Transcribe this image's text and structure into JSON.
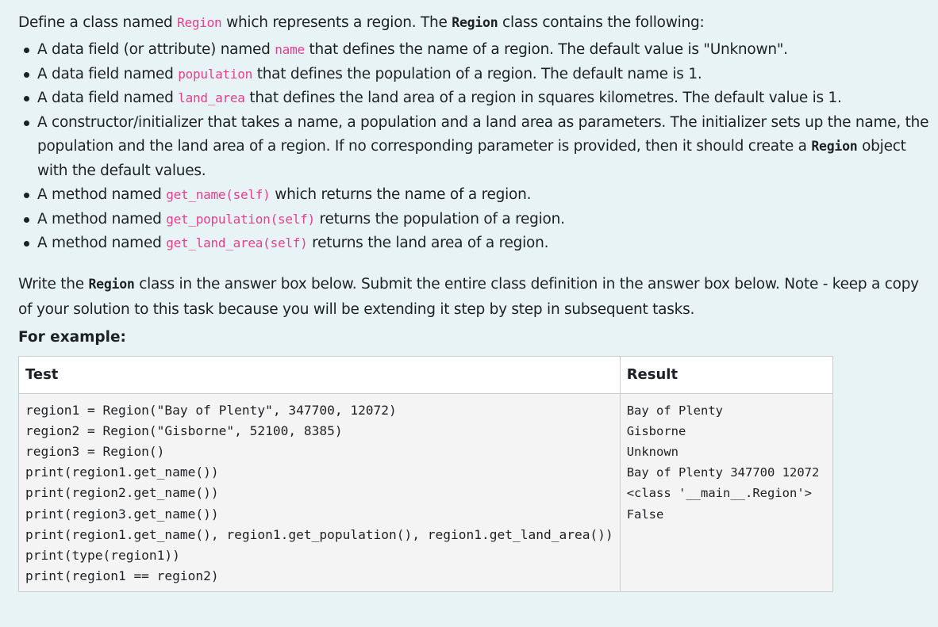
{
  "intro": {
    "t1": "Define a class named ",
    "code1": "Region",
    "t2": " which represents a region. The ",
    "code2": "Region",
    "t3": " class contains the following:"
  },
  "requirements": [
    {
      "pre": "A data field (or attribute) named ",
      "code": "name",
      "post": " that defines the name of a region. The default value is \"Unknown\"."
    },
    {
      "pre": "A data field named ",
      "code": "population",
      "post": " that defines the population of a region. The default name is 1."
    },
    {
      "pre": "A data field named ",
      "code": "land_area",
      "post": " that defines the land area of a region in squares kilometres. The default value is 1."
    },
    {
      "pre": "A constructor/initializer that takes a name, a population and a land area as parameters. The initializer sets up the name, the population and the land area of a region. If no corresponding parameter is provided, then it should create a ",
      "code": "Region",
      "post": " object with the default values."
    },
    {
      "pre": "A method named ",
      "code": "get_name(self)",
      "post": " which returns the name of a region."
    },
    {
      "pre": "A method named ",
      "code": "get_population(self)",
      "post": " returns the population of a region."
    },
    {
      "pre": "A method named ",
      "code": "get_land_area(self)",
      "post": " returns the land area of a region."
    }
  ],
  "instructions": {
    "t1": "Write the ",
    "code": "Region",
    "t2": " class in the answer box below. Submit the entire class definition in the answer box below. Note - keep a copy of your solution to this task because you will be extending it step by step in subsequent tasks."
  },
  "example_title": "For example:",
  "table": {
    "headers": [
      "Test",
      "Result"
    ],
    "test_lines": [
      "region1 = Region(\"Bay of Plenty\", 347700, 12072)",
      "region2 = Region(\"Gisborne\", 52100, 8385)",
      "region3 = Region()",
      "print(region1.get_name())",
      "print(region2.get_name())",
      "print(region3.get_name())",
      "print(region1.get_name(), region1.get_population(), region1.get_land_area())",
      "print(type(region1))",
      "print(region1 == region2)"
    ],
    "result_lines": [
      "Bay of Plenty",
      "Gisborne",
      "Unknown",
      "Bay of Plenty 347700 12072",
      "<class '__main__.Region'>",
      "False"
    ]
  },
  "colors": {
    "background": "#e7f3f5",
    "code_accent": "#e83e8c",
    "text": "#1d2125"
  }
}
